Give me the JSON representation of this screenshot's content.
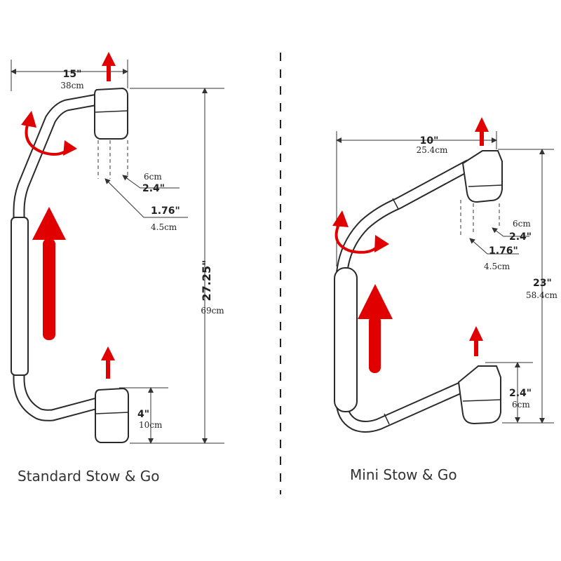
{
  "standard": {
    "caption": "Standard Stow & Go",
    "width_in": "15\"",
    "width_cm": "38cm",
    "height_in": "27.25\"",
    "height_cm": "69cm",
    "offset_in": "2.4\"",
    "offset_cm": "6cm",
    "depth_in": "1.76\"",
    "depth_cm": "4.5cm",
    "bottom_in": "4\"",
    "bottom_cm": "10cm"
  },
  "mini": {
    "caption": "Mini Stow & Go",
    "width_in": "10\"",
    "width_cm": "25.4cm",
    "height_in": "23\"",
    "height_cm": "58.4cm",
    "offset_in": "2.4\"",
    "offset_cm": "6cm",
    "depth_in": "1.76\"",
    "depth_cm": "4.5cm",
    "bottom_in": "2.4\"",
    "bottom_cm": "6cm"
  },
  "colors": {
    "arrow": "#e10000",
    "line": "#2a2a2a"
  }
}
